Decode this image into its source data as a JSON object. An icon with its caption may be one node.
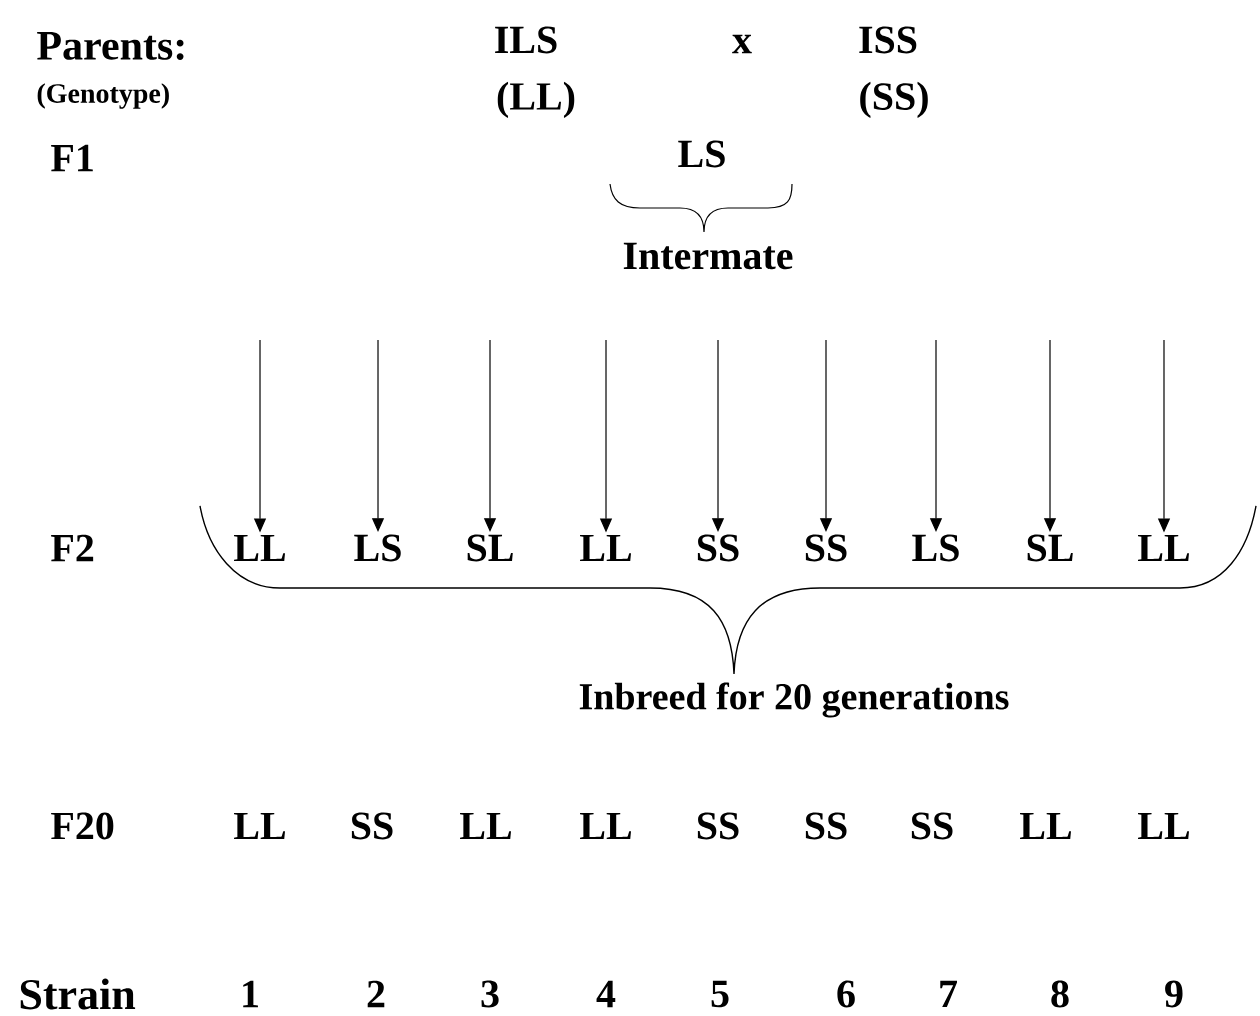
{
  "diagram": {
    "nodes": [
      {
        "text": [
          "LL"
        ]
      },
      {
        "text": [
          "LS"
        ]
      },
      {
        "text": [
          "SL"
        ]
      },
      {
        "text": [
          "LL"
        ]
      },
      {
        "text": [
          "SS"
        ]
      },
      {
        "text": [
          "SS"
        ]
      },
      {
        "text": [
          "LS"
        ]
      },
      {
        "text": [
          "SL"
        ]
      },
      {
        "text": [
          "LL"
        ]
      }
    ],
    "edges": [
      {
        "from": null,
        "to": 0,
        "arrow": "to"
      },
      {
        "from": null,
        "to": 1,
        "arrow": "to"
      },
      {
        "from": null,
        "to": 2,
        "arrow": "to"
      },
      {
        "from": null,
        "to": 3,
        "arrow": "to"
      },
      {
        "from": null,
        "to": 4,
        "arrow": "to"
      },
      {
        "from": null,
        "to": 5,
        "arrow": "to"
      },
      {
        "from": null,
        "to": 6,
        "arrow": "to"
      },
      {
        "from": null,
        "to": 7,
        "arrow": "to"
      },
      {
        "from": null,
        "to": 8,
        "arrow": "to"
      }
    ],
    "labels": [
      "Parents:",
      "ILS",
      "x",
      "ISS",
      "(Genotype)",
      "(LL)",
      "(SS)",
      "F1",
      "LS",
      "Intermate",
      "F2",
      "Inbreed for 20 generations",
      "F20",
      "LL",
      "SS",
      "LL",
      "LL",
      "SS",
      "SS",
      "SS",
      "LL",
      "LL",
      "Strain",
      "1",
      "2",
      "3",
      "4",
      "5",
      "6",
      "7",
      "8",
      "9"
    ]
  }
}
